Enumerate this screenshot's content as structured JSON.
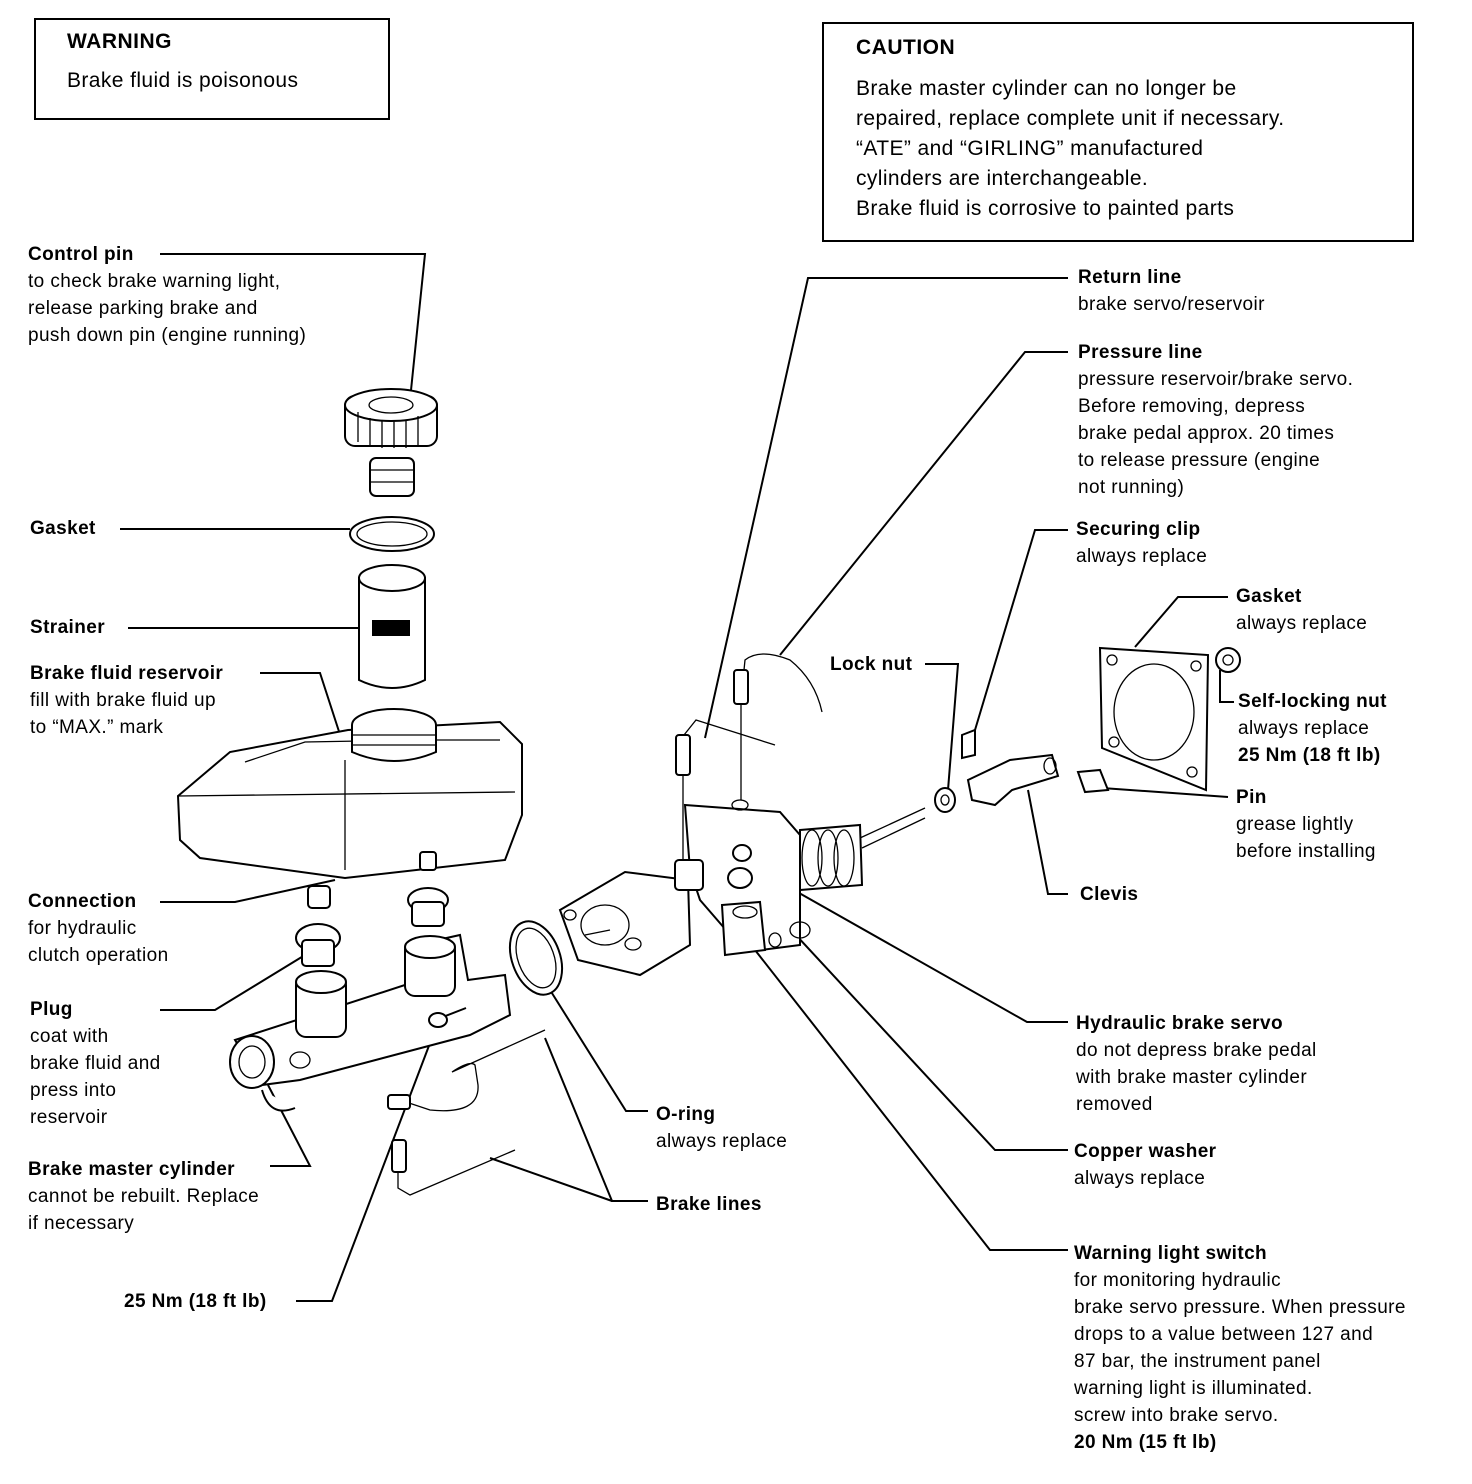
{
  "warning": {
    "title": "WARNING",
    "text": "Brake fluid is poisonous"
  },
  "caution": {
    "title": "CAUTION",
    "lines": [
      "Brake master cylinder can no longer be",
      "repaired, replace complete unit if necessary.",
      "“ATE” and “GIRLING” manufactured",
      "cylinders are interchangeable.",
      "Brake fluid is corrosive to painted parts"
    ]
  },
  "callouts": {
    "control_pin": {
      "title": "Control pin",
      "lines": [
        "to check brake warning light,",
        "release parking brake and",
        "push down pin (engine running)"
      ]
    },
    "gasket_left": {
      "title": "Gasket"
    },
    "strainer": {
      "title": "Strainer"
    },
    "reservoir": {
      "title": "Brake fluid reservoir",
      "lines": [
        "fill with brake fluid up",
        "to “MAX.” mark"
      ]
    },
    "connection": {
      "title": "Connection",
      "lines": [
        "for hydraulic",
        "clutch operation"
      ]
    },
    "plug": {
      "title": "Plug",
      "lines": [
        "coat with",
        "brake fluid and",
        "press into",
        "reservoir"
      ]
    },
    "master_cylinder": {
      "title": "Brake master cylinder",
      "lines": [
        "cannot be rebuilt. Replace",
        "if necessary"
      ]
    },
    "torque_left": {
      "title": "25 Nm (18 ft lb)"
    },
    "return_line": {
      "title": "Return line",
      "lines": [
        "brake servo/reservoir"
      ]
    },
    "pressure_line": {
      "title": "Pressure line",
      "lines": [
        "pressure reservoir/brake servo.",
        "Before removing, depress",
        "brake pedal approx. 20 times",
        "to release pressure (engine",
        "not running)"
      ]
    },
    "securing_clip": {
      "title": "Securing clip",
      "lines": [
        "always replace"
      ]
    },
    "gasket_right": {
      "title": "Gasket",
      "lines": [
        "always replace"
      ]
    },
    "lock_nut": {
      "title": "Lock nut"
    },
    "self_locking_nut": {
      "title": "Self-locking nut",
      "lines": [
        "always replace"
      ],
      "torque": "25 Nm (18 ft lb)"
    },
    "pin": {
      "title": "Pin",
      "lines": [
        "grease lightly",
        "before installing"
      ]
    },
    "clevis": {
      "title": "Clevis"
    },
    "hydraulic_servo": {
      "title": "Hydraulic brake servo",
      "lines": [
        "do not depress brake pedal",
        "with brake master cylinder",
        "removed"
      ]
    },
    "o_ring": {
      "title": "O-ring",
      "lines": [
        "always replace"
      ]
    },
    "copper_washer": {
      "title": "Copper washer",
      "lines": [
        "always replace"
      ]
    },
    "brake_lines": {
      "title": "Brake lines"
    },
    "warning_switch": {
      "title": "Warning light switch",
      "lines": [
        "for monitoring hydraulic",
        "brake servo pressure. When pressure",
        "drops to a value between 127 and",
        "87 bar, the instrument panel",
        "warning light is illuminated.",
        "screw into brake servo."
      ],
      "torque": "20 Nm (15 ft lb)"
    }
  }
}
